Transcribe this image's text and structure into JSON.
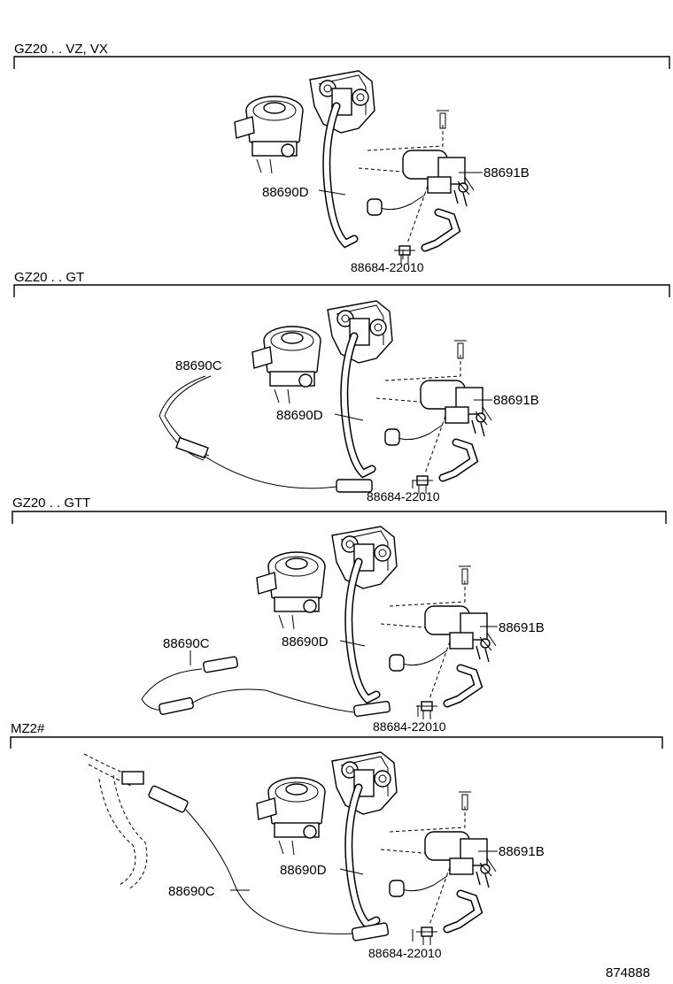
{
  "sections": [
    {
      "variant": "GZ20 . . VZ, VX",
      "parts": {
        "hose": "88690D",
        "valve": "88691B",
        "fitting": "88684-22010"
      }
    },
    {
      "variant": "GZ20 . . GT",
      "parts": {
        "cable": "88690C",
        "hose": "88690D",
        "valve": "88691B",
        "fitting": "88684-22010"
      }
    },
    {
      "variant": "GZ20 . . GTT",
      "parts": {
        "cable": "88690C",
        "hose": "88690D",
        "valve": "88691B",
        "fitting": "88684-22010"
      }
    },
    {
      "variant": "MZ2#",
      "parts": {
        "cable": "88690C",
        "hose": "88690D",
        "valve": "88691B",
        "fitting": "88684-22010"
      }
    }
  ],
  "figure_number": "874888"
}
